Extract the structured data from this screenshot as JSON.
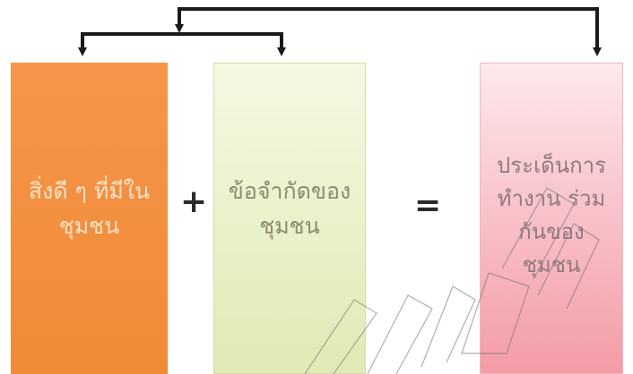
{
  "diagram": {
    "boxes": [
      {
        "id": "good-things",
        "text": "สิ่งดี ๆ ที่มีใน ชุมชน",
        "color": "#f08a36"
      },
      {
        "id": "limitations",
        "text": "ข้อจำกัดของ ชุมชน",
        "color": "#e8f1c8"
      },
      {
        "id": "collaboration-issues",
        "text": "ประเด็นการ ทำงาน ร่วมกันของ ชุมชน",
        "color": "#f9c4cb"
      }
    ],
    "operators": {
      "plus": "+",
      "equals": "="
    },
    "connector_color": "#1a1a1a"
  }
}
